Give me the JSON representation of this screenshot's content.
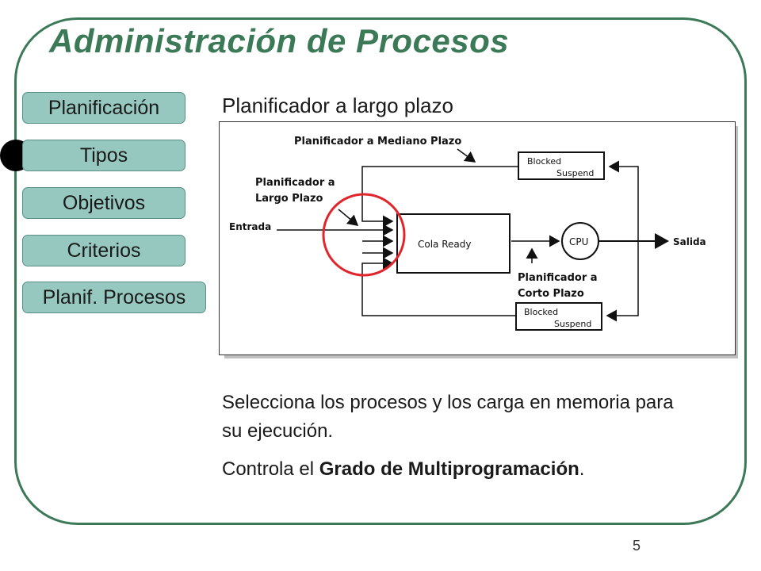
{
  "slide": {
    "title": "Administración de Procesos",
    "heading": "Planificador a largo plazo",
    "page_number": "5"
  },
  "nav": {
    "items": [
      {
        "label": "Planificación"
      },
      {
        "label": "Tipos"
      },
      {
        "label": "Objetivos"
      },
      {
        "label": "Criterios"
      },
      {
        "label": "Planif. Procesos"
      }
    ],
    "active_index": 1
  },
  "diagram": {
    "label_mediano": "Planificador a Mediano Plazo",
    "label_largo_1": "Planificador a",
    "label_largo_2": "Largo Plazo",
    "label_entrada": "Entrada",
    "label_cola": "Cola Ready",
    "label_cpu": "CPU",
    "label_salida": "Salida",
    "label_corto_1": "Planificador a",
    "label_corto_2": "Corto Plazo",
    "blocked_top_1": "Blocked",
    "blocked_top_2": "Suspend",
    "blocked_bottom_1": "Blocked",
    "blocked_bottom_2": "Suspend",
    "highlight_color": "#e0262c"
  },
  "body": {
    "paragraph1": "Selecciona los procesos y los carga en memoria para su ejecución.",
    "paragraph2_prefix": "Controla el ",
    "paragraph2_bold": "Grado de Multiprogramación",
    "paragraph2_suffix": "."
  }
}
